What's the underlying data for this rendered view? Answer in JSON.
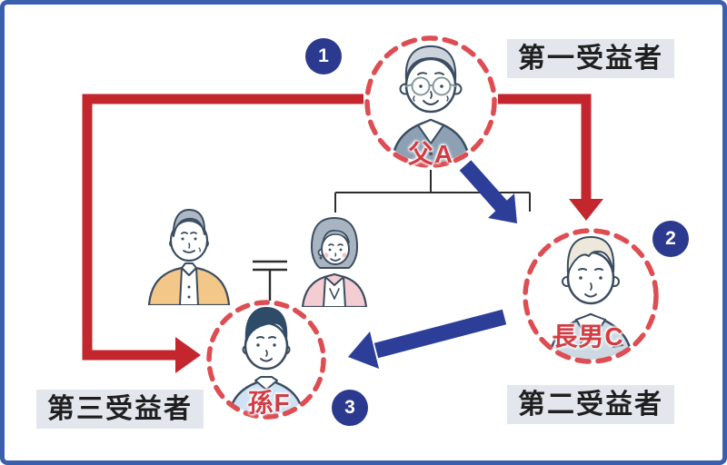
{
  "diagram_title": "family-trust-beneficiary-flow",
  "beneficiaries": {
    "first": "第一受益者",
    "second": "第二受益者",
    "third": "第三受益者"
  },
  "persons": {
    "father": {
      "name": "父A"
    },
    "eldest_son": {
      "name": "長男C"
    },
    "grandson": {
      "name": "孫F"
    }
  },
  "badges": {
    "one": "1",
    "two": "2",
    "three": "3"
  },
  "icons": {
    "father_figure": "elderly-man-glasses-icon",
    "eldest_son_figure": "young-man-suit-icon",
    "grandson_figure": "boy-sweater-icon",
    "couple_husband_figure": "middle-aged-man-icon",
    "couple_wife_figure": "middle-aged-woman-icon"
  },
  "colors": {
    "arrow_red": "#c4262e",
    "dash_red": "#dd4d52",
    "name_red": "#d23c42",
    "navy": "#2b3a8e",
    "arrow_blue": "#2c3e97",
    "label_bg": "#e3e6ed",
    "border_blue": "#3a5fae",
    "label_text": "#1f1f1f"
  }
}
